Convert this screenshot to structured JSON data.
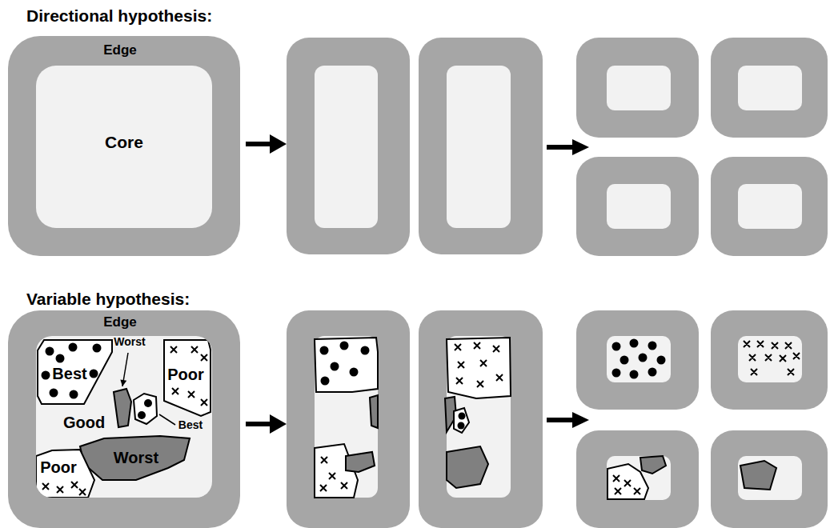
{
  "diagram": {
    "nodes": [
      {
        "text": [
          "Edge"
        ]
      },
      {
        "text": [
          "Core"
        ],
        "in": 0
      },
      {
        "text": [
          "Edge"
        ]
      },
      {
        "text": [
          "Good"
        ],
        "in": 2
      },
      {
        "text": [
          "Best"
        ],
        "in": 3
      },
      {
        "text": [
          "Poor"
        ],
        "in": 3
      },
      {
        "text": [
          "Worst"
        ],
        "in": 3
      },
      {
        "text": [
          "Poor"
        ],
        "in": 3
      }
    ],
    "labels": [
      "Directional hypothesis:",
      "Variable hypothesis:",
      "Worst",
      "Best"
    ]
  }
}
